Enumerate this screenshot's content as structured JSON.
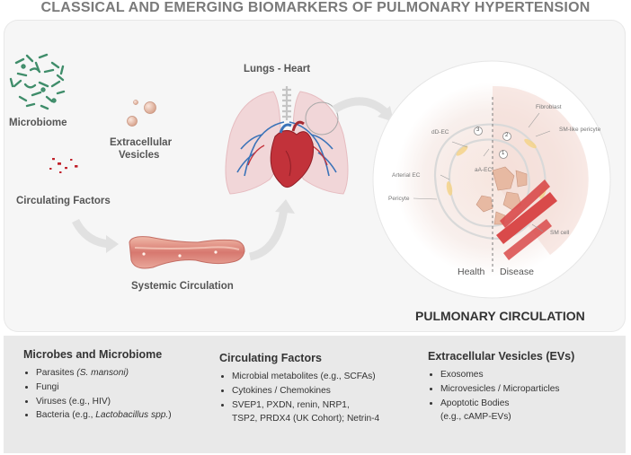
{
  "title": "CLASSICAL AND EMERGING BIOMARKERS OF PULMONARY HYPERTENSION",
  "top": {
    "microbiome": "Microbiome",
    "extracellular_vesicles": [
      "Extracellular",
      "Vesicles"
    ],
    "circulating_factors": "Circulating Factors",
    "systemic_circulation": "Systemic Circulation",
    "lungs_heart": "Lungs - Heart",
    "pulmonary_circulation": "PULMONARY CIRCULATION",
    "health": "Health",
    "disease": "Disease",
    "cells": {
      "fibroblast": "Fibroblast",
      "sm_like_pericyte": "SM-like pericyte",
      "dd_ec": "dD-EC",
      "aa_ec": "aA-EC",
      "arterial_ec": "Arterial EC",
      "pericyte": "Pericyte",
      "sm_cell": "SM cell",
      "num1": "1",
      "num2": "2",
      "num3": "3"
    }
  },
  "columns": [
    {
      "heading": "Microbes and Microbiome",
      "items": [
        {
          "text": "Parasites ",
          "italic": "(S. mansoni)",
          "rest": ""
        },
        {
          "text": "Fungi",
          "italic": "",
          "rest": ""
        },
        {
          "text": "Viruses (e.g., HIV)",
          "italic": "",
          "rest": ""
        },
        {
          "text": "Bacteria (e.g., ",
          "italic": "Lactobacillus spp.",
          "rest": ")"
        }
      ]
    },
    {
      "heading": "Circulating Factors",
      "items": [
        {
          "text": "Microbial metabolites (e.g., SCFAs)",
          "italic": "",
          "rest": ""
        },
        {
          "text": "Cytokines / Chemokines",
          "italic": "",
          "rest": ""
        },
        {
          "text": "SVEP1, PXDN, renin, NRP1,",
          "italic": "",
          "rest": "",
          "cont": "TSP2, PRDX4 (UK Cohort); Netrin-4"
        }
      ]
    },
    {
      "heading": "Extracellular Vesicles (EVs)",
      "items": [
        {
          "text": "Exosomes",
          "italic": "",
          "rest": ""
        },
        {
          "text": "Microvesicles /  Microparticles",
          "italic": "",
          "rest": ""
        },
        {
          "text": "Apoptotic Bodies",
          "italic": "",
          "rest": "",
          "cont": "(e.g., cAMP-EVs)"
        }
      ]
    }
  ],
  "colors": {
    "microbe": "#3f8d6a",
    "vessel": "#d98b83",
    "heart": "#c2323a",
    "lung": "#f1d6d8",
    "airway": "#c7c7c7",
    "smooth_muscle": "#d94a4a"
  }
}
